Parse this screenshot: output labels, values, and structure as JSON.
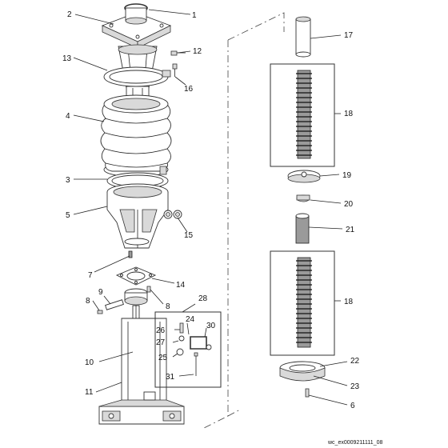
{
  "callouts": [
    {
      "id": "1",
      "text": "1"
    },
    {
      "id": "2",
      "text": "2"
    },
    {
      "id": "13",
      "text": "13"
    },
    {
      "id": "12",
      "text": "12"
    },
    {
      "id": "16",
      "text": "16"
    },
    {
      "id": "4",
      "text": "4"
    },
    {
      "id": "3",
      "text": "3"
    },
    {
      "id": "5",
      "text": "5"
    },
    {
      "id": "15",
      "text": "15"
    },
    {
      "id": "7",
      "text": "7"
    },
    {
      "id": "14",
      "text": "14"
    },
    {
      "id": "9",
      "text": "9"
    },
    {
      "id": "8a",
      "text": "8"
    },
    {
      "id": "8b",
      "text": "8"
    },
    {
      "id": "28",
      "text": "28"
    },
    {
      "id": "24",
      "text": "24"
    },
    {
      "id": "26",
      "text": "26"
    },
    {
      "id": "30",
      "text": "30"
    },
    {
      "id": "27",
      "text": "27"
    },
    {
      "id": "25",
      "text": "25"
    },
    {
      "id": "10",
      "text": "10"
    },
    {
      "id": "31",
      "text": "31"
    },
    {
      "id": "11",
      "text": "11"
    },
    {
      "id": "17",
      "text": "17"
    },
    {
      "id": "18a",
      "text": "18"
    },
    {
      "id": "19",
      "text": "19"
    },
    {
      "id": "20",
      "text": "20"
    },
    {
      "id": "21",
      "text": "21"
    },
    {
      "id": "18b",
      "text": "18"
    },
    {
      "id": "22",
      "text": "22"
    },
    {
      "id": "23",
      "text": "23"
    },
    {
      "id": "6",
      "text": "6"
    }
  ],
  "footer": "wc_ex0009211111_08"
}
